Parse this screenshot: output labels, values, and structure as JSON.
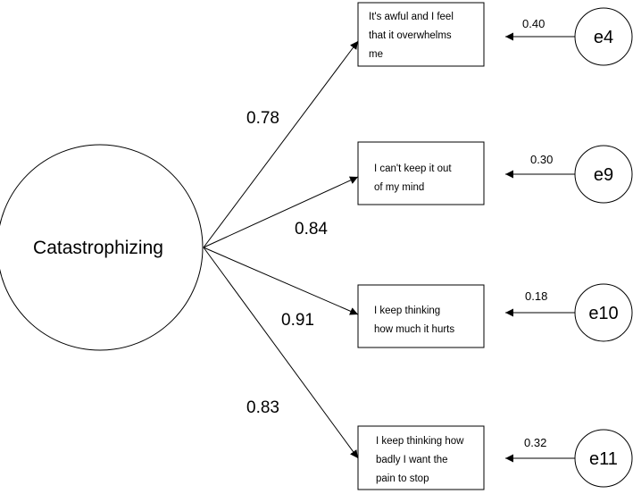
{
  "latent": {
    "label": "Catastrophizing"
  },
  "items": [
    {
      "lines": [
        "It's awful and I feel",
        "that it overwhelms",
        "me"
      ],
      "loading": "0.78",
      "error": {
        "label": "e4",
        "variance": "0.40"
      }
    },
    {
      "lines": [
        "I can't keep it out",
        "of my mind"
      ],
      "loading": "0.84",
      "error": {
        "label": "e9",
        "variance": "0.30"
      }
    },
    {
      "lines": [
        "I keep thinking",
        "how much it hurts"
      ],
      "loading": "0.91",
      "error": {
        "label": "e10",
        "variance": "0.18"
      }
    },
    {
      "lines": [
        "I keep thinking how",
        "badly I want the",
        "pain to stop"
      ],
      "loading": "0.83",
      "error": {
        "label": "e11",
        "variance": "0.32"
      }
    }
  ]
}
